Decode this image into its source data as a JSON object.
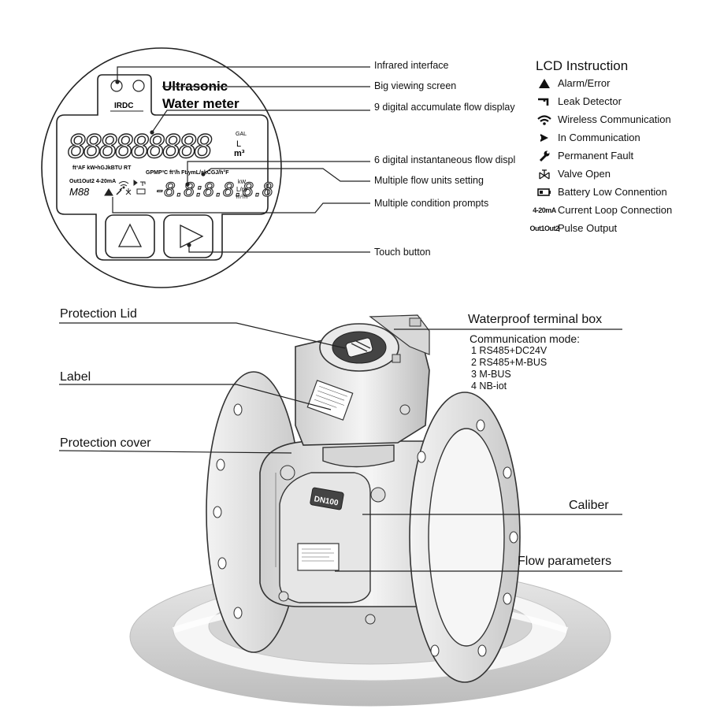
{
  "display_callouts": [
    {
      "id": "infrared",
      "text": "Infrared interface"
    },
    {
      "id": "viewing",
      "text": "Big viewing screen"
    },
    {
      "id": "accum",
      "text": "9 digital accumulate flow display"
    },
    {
      "id": "instant",
      "text": "6 digital instantaneous flow displ"
    },
    {
      "id": "units",
      "text": "Multiple flow units setting"
    },
    {
      "id": "prompts",
      "text": "Multiple condition prompts"
    },
    {
      "id": "touch",
      "text": "Touch button"
    }
  ],
  "meter_face": {
    "brand": "IRDC",
    "title_line1": "Ultrasonic",
    "title_line2": "Water meter",
    "digits_top": "888888888",
    "digits_bottom": "-8.8:8.8.8.8",
    "units_row": "ft³AF kW•hGJkBTU RT",
    "units_row2": "GPMP³C ft³/h Ft/ymL/skCGJ/h°F",
    "unit_gal": "GAL",
    "unit_l": "L",
    "unit_m3": "m³",
    "unit_kw": "kW",
    "unit_lm": "L/m",
    "unit_m3h": "m³/h",
    "out_label": "Out1Out2 4-20mA",
    "m_label": "M88"
  },
  "lcd_instruction": {
    "title": "LCD Instruction",
    "items": [
      {
        "icon": "alarm-icon",
        "label": "Alarm/Error"
      },
      {
        "icon": "leak-detector-icon",
        "label": "Leak Detector"
      },
      {
        "icon": "wireless-icon",
        "label": "Wireless Communication"
      },
      {
        "icon": "in-communication-icon",
        "label": "In Communication"
      },
      {
        "icon": "wrench-icon",
        "label": "Permanent Fault"
      },
      {
        "icon": "valve-icon",
        "label": "Valve Open"
      },
      {
        "icon": "battery-low-icon",
        "label": "Battery Low Connention"
      },
      {
        "icon": "current-loop-icon",
        "icon_text": "4-20mA",
        "label": "Current Loop Connection"
      },
      {
        "icon": "pulse-output-icon",
        "icon_text": "Out1Out2",
        "label": "Pulse Output"
      }
    ]
  },
  "meter_callouts": {
    "protection_lid": "Protection Lid",
    "label": "Label",
    "protection_cover": "Protection cover",
    "terminal_box": "Waterproof terminal box",
    "caliber": "Caliber",
    "flow_parameters": "Flow parameters"
  },
  "communication": {
    "title": "Communication mode:",
    "modes": [
      "1 RS485+DC24V",
      "2 RS485+M-BUS",
      "3 M-BUS",
      "4 NB-iot"
    ]
  },
  "body_badge": "DN100"
}
